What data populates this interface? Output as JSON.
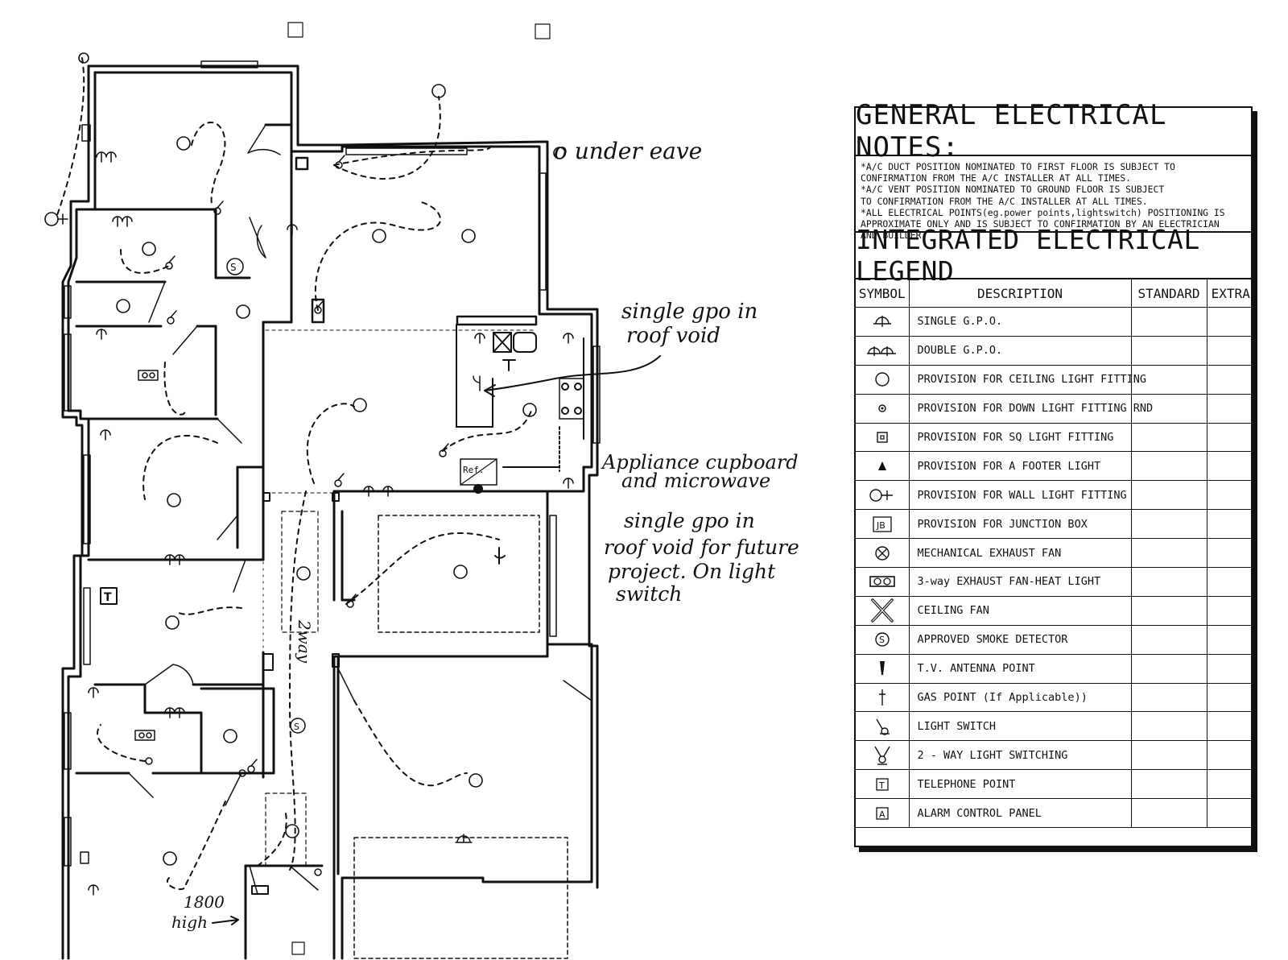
{
  "general_notes": {
    "title": "GENERAL ELECTRICAL NOTES:",
    "lines": [
      "*A/C DUCT POSITION NOMINATED TO FIRST FLOOR IS SUBJECT TO",
      "CONFIRMATION FROM THE A/C INSTALLER AT ALL TIMES.",
      "*A/C VENT POSITION NOMINATED TO GROUND FLOOR IS SUBJECT",
      "TO CONFIRMATION FROM THE A/C INSTALLER AT ALL TIMES.",
      "*ALL ELECTRICAL POINTS(eg.power points,lightswitch) POSITIONING IS",
      "APPROXIMATE ONLY AND IS SUBJECT TO CONFIRMATION BY AN ELECTRICIAN",
      "AND BUILDER."
    ]
  },
  "legend": {
    "title": "INTEGRATED ELECTRICAL LEGEND",
    "headers": {
      "symbol": "SYMBOL",
      "description": "DESCRIPTION",
      "standard": "STANDARD",
      "extra": "EXTRA"
    },
    "rows": [
      {
        "icon": "single-gpo-icon",
        "description": "SINGLE G.P.O."
      },
      {
        "icon": "double-gpo-icon",
        "description": "DOUBLE G.P.O."
      },
      {
        "icon": "ceiling-light-icon",
        "description": "PROVISION FOR CEILING LIGHT FITTING"
      },
      {
        "icon": "down-light-icon",
        "description": "PROVISION FOR DOWN LIGHT FITTING RND"
      },
      {
        "icon": "sq-light-icon",
        "description": "PROVISION FOR SQ LIGHT FITTING"
      },
      {
        "icon": "footer-light-icon",
        "description": "PROVISION FOR A FOOTER LIGHT"
      },
      {
        "icon": "wall-light-icon",
        "description": "PROVISION FOR WALL LIGHT FITTING"
      },
      {
        "icon": "junction-box-icon",
        "description": "PROVISION FOR JUNCTION BOX",
        "symbol_text": "JB"
      },
      {
        "icon": "exhaust-fan-icon",
        "description": "MECHANICAL EXHAUST FAN"
      },
      {
        "icon": "fan-heat-light-icon",
        "description": "3-way EXHAUST FAN-HEAT LIGHT"
      },
      {
        "icon": "ceiling-fan-icon",
        "description": "CEILING FAN"
      },
      {
        "icon": "smoke-detector-icon",
        "description": "APPROVED SMOKE DETECTOR",
        "symbol_text": "S"
      },
      {
        "icon": "tv-antenna-icon",
        "description": "T.V. ANTENNA POINT"
      },
      {
        "icon": "gas-point-icon",
        "description": "GAS POINT (If Applicable))"
      },
      {
        "icon": "light-switch-icon",
        "description": "LIGHT SWITCH"
      },
      {
        "icon": "two-way-switch-icon",
        "description": "2 - WAY LIGHT SWITCHING"
      },
      {
        "icon": "telephone-point-icon",
        "description": "TELEPHONE POINT",
        "symbol_text": "T"
      },
      {
        "icon": "alarm-panel-icon",
        "description": "ALARM CONTROL PANEL",
        "symbol_text": "A"
      }
    ]
  },
  "plan": {
    "annotations": {
      "under_eave": "o under eave",
      "single_gpo_roof": [
        "single gpo in",
        "roof void"
      ],
      "appliance": [
        "Appliance cupboard",
        "and microwave"
      ],
      "future_project": [
        "single gpo in",
        "roof void for future",
        "project. On light",
        "switch"
      ],
      "height": [
        "1800",
        "high"
      ],
      "fridge_label": "Ref.",
      "hall_note": "2way",
      "smoke_mark": "S",
      "telephone_mark": "T"
    }
  },
  "colors": {
    "ink": "#111111",
    "paper": "#ffffff"
  }
}
